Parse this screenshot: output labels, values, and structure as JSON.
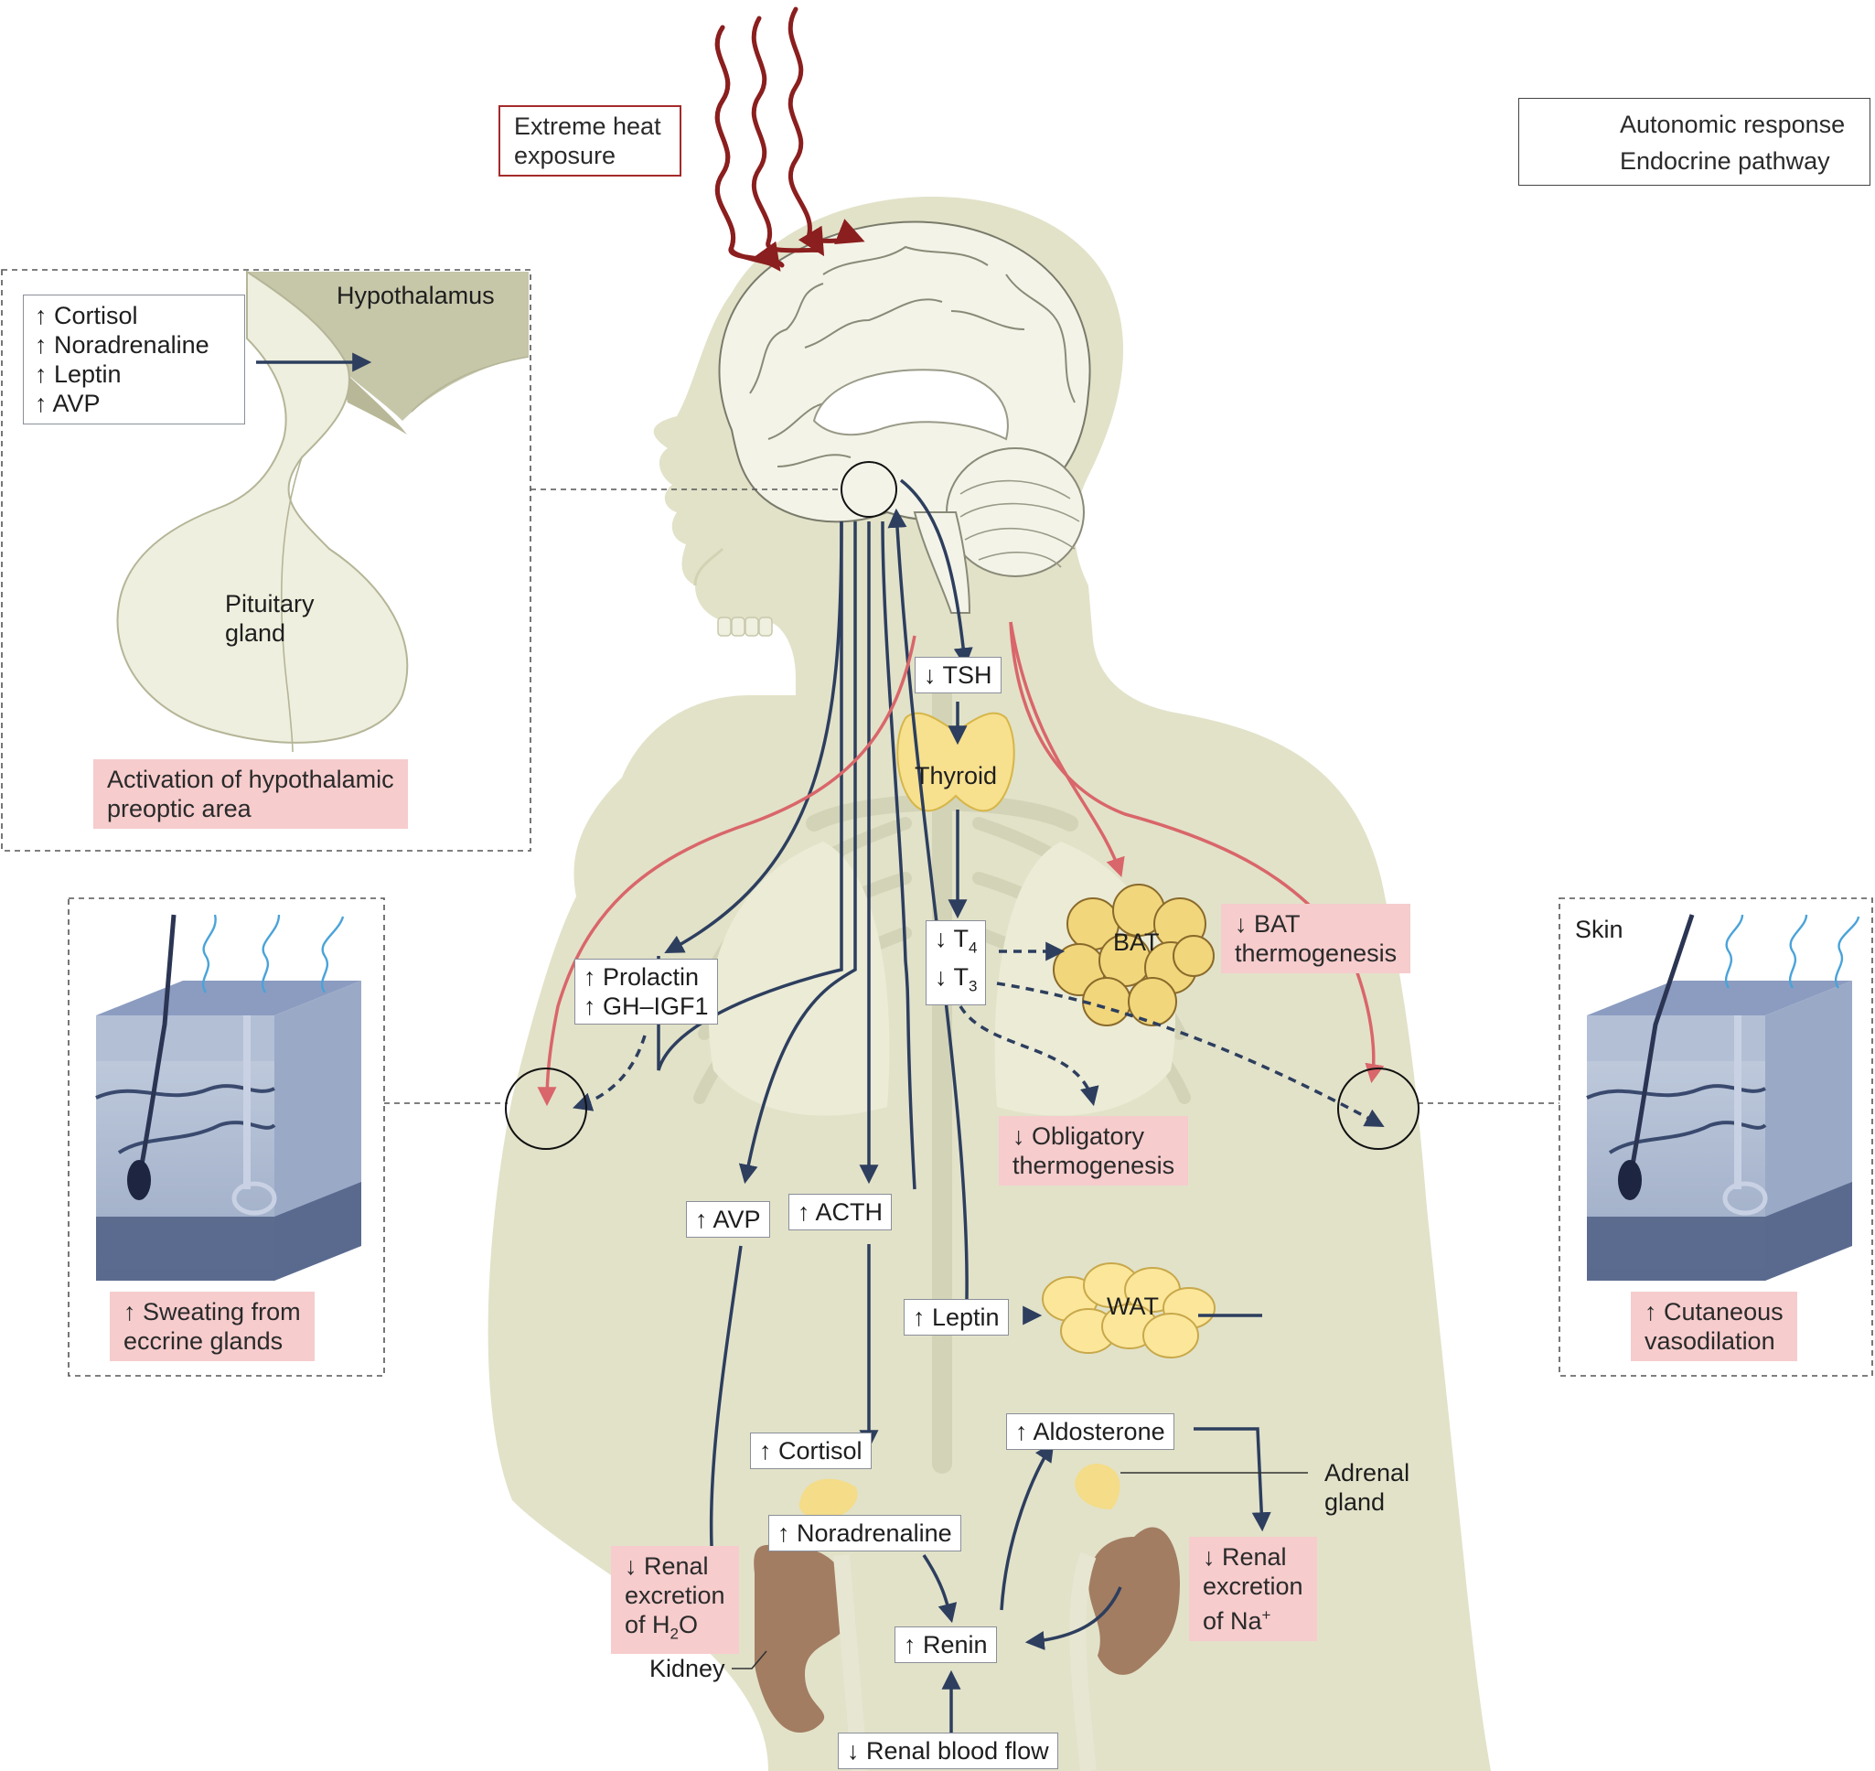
{
  "legend": {
    "autonomic": "Autonomic response",
    "endocrine": "Endocrine pathway",
    "autonomic_color": "#d9666a",
    "endocrine_color": "#2d3e5e"
  },
  "trigger": {
    "line1": "Extreme heat",
    "line2": "exposure"
  },
  "inset_hypothalamus": {
    "title": "Hypothalamus",
    "hormones": [
      "↑ Cortisol",
      "↑ Noradrenaline",
      "↑ Leptin",
      "↑ AVP"
    ],
    "pituitary_line1": "Pituitary",
    "pituitary_line2": "gland",
    "effect_line1": "Activation of hypothalamic",
    "effect_line2": "preoptic area"
  },
  "inset_sweat": {
    "effect_line1": "↑ Sweating from",
    "effect_line2": "eccrine glands"
  },
  "inset_skin": {
    "title": "Skin",
    "effect_line1": "↑ Cutaneous",
    "effect_line2": "vasodilation"
  },
  "body": {
    "tsh": "↓ TSH",
    "thyroid": "Thyroid",
    "t4": "↓ T",
    "t4_sub": "4",
    "t3": "↓ T",
    "t3_sub": "3",
    "bat": "BAT",
    "bat_effect_line1": "↓ BAT",
    "bat_effect_line2": "thermogenesis",
    "prolactin": "↑ Prolactin",
    "gh": "↑ GH–IGF1",
    "obligatory_line1": "↓ Obligatory",
    "obligatory_line2": "thermogenesis",
    "avp": "↑ AVP",
    "acth": "↑ ACTH",
    "leptin": "↑ Leptin",
    "wat": "WAT",
    "cortisol": "↑ Cortisol",
    "noradrenaline": "↑ Noradrenaline",
    "aldosterone": "↑ Aldosterone",
    "adrenal_line1": "Adrenal",
    "adrenal_line2": "gland",
    "renal_h2o_line1": "↓ Renal",
    "renal_h2o_line2": "excretion",
    "renal_h2o_line3_pre": "of H",
    "renal_h2o_sub": "2",
    "renal_h2o_post": "O",
    "renal_na_line1": "↓ Renal",
    "renal_na_line2": "excretion",
    "renal_na_line3": "of Na",
    "renal_na_sup": "+",
    "kidney": "Kidney",
    "renin": "↑ Renin",
    "renal_blood_flow": "↓ Renal blood flow"
  }
}
